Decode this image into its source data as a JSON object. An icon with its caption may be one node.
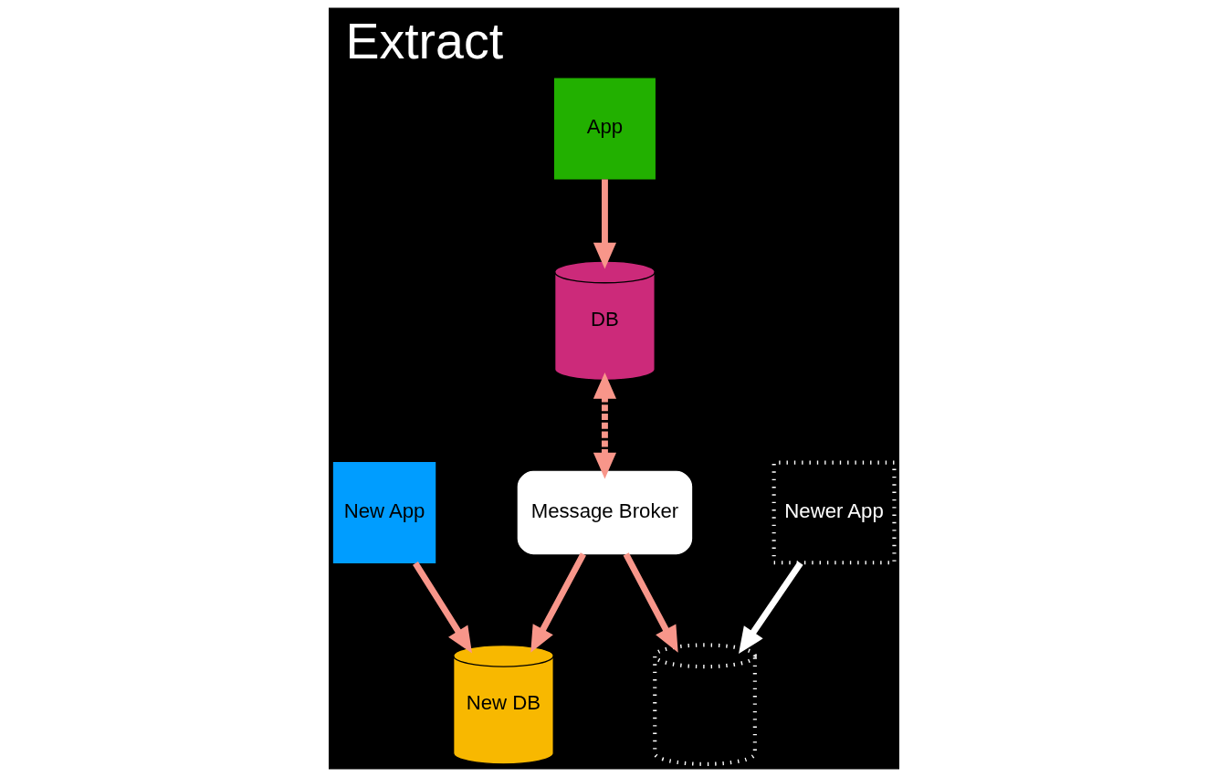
{
  "diagram": {
    "title": "Extract",
    "nodes": [
      {
        "text": [
          "App"
        ]
      },
      {
        "text": [
          "DB"
        ]
      },
      {
        "text": [
          "Message Broker"
        ]
      },
      {
        "text": [
          "New App"
        ]
      },
      {
        "text": [
          "New DB"
        ]
      },
      {
        "text": [
          "Newer App"
        ]
      },
      {
        "text": [],
        "shape": "cylinder"
      }
    ],
    "edges": [
      {
        "from": 0,
        "to": 1,
        "arrow": "to"
      },
      {
        "from": 1,
        "to": 2,
        "arrow": "both",
        "style": "dashed"
      },
      {
        "from": 3,
        "to": 4,
        "arrow": "to"
      },
      {
        "from": 5,
        "to": 6,
        "arrow": "to",
        "color": "#ffffff"
      },
      {
        "from": 2,
        "to": 4,
        "arrow": "to"
      },
      {
        "from": 2,
        "to": 6,
        "arrow": "to"
      }
    ]
  }
}
